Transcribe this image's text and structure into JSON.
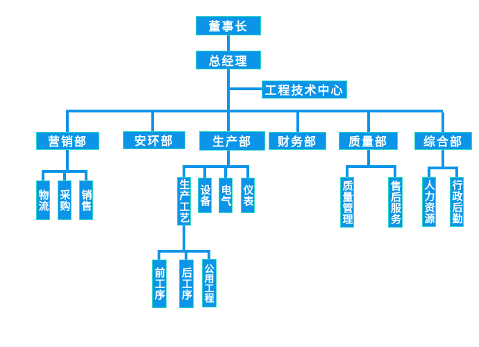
{
  "page": {
    "description": "Company organization chart",
    "background": "#ffffff"
  },
  "colors": {
    "box_fill": "#0c95e8",
    "box_border": "#35dec5",
    "line": "#0c95e8",
    "text": "#ffffff"
  },
  "org": {
    "nodes": [
      {
        "id": "chairman",
        "label": "董事长",
        "parent": null
      },
      {
        "id": "general-manager",
        "label": "总经理",
        "parent": "chairman"
      },
      {
        "id": "engineering-tech-center",
        "label": "工程技术中心",
        "parent": "general-manager"
      },
      {
        "id": "marketing-dept",
        "label": "营销部",
        "parent": "general-manager"
      },
      {
        "id": "safety-env-dept",
        "label": "安环部",
        "parent": "general-manager"
      },
      {
        "id": "production-dept",
        "label": "生产部",
        "parent": "general-manager"
      },
      {
        "id": "finance-dept",
        "label": "财务部",
        "parent": "general-manager"
      },
      {
        "id": "quality-dept",
        "label": "质量部",
        "parent": "general-manager"
      },
      {
        "id": "general-affairs-dept",
        "label": "综合部",
        "parent": "general-manager"
      },
      {
        "id": "logistics",
        "label": "物流",
        "parent": "marketing-dept"
      },
      {
        "id": "procurement",
        "label": "采购",
        "parent": "marketing-dept"
      },
      {
        "id": "sales",
        "label": "销售",
        "parent": "marketing-dept"
      },
      {
        "id": "production-process",
        "label": "生产工艺",
        "parent": "production-dept"
      },
      {
        "id": "equipment",
        "label": "设备",
        "parent": "production-dept"
      },
      {
        "id": "electrical",
        "label": "电气",
        "parent": "production-dept"
      },
      {
        "id": "instrumentation",
        "label": "仪表",
        "parent": "production-dept"
      },
      {
        "id": "quality-management",
        "label": "质量管理",
        "parent": "quality-dept"
      },
      {
        "id": "after-sales-service",
        "label": "售后服务",
        "parent": "quality-dept"
      },
      {
        "id": "human-resources",
        "label": "人力资源",
        "parent": "general-affairs-dept"
      },
      {
        "id": "admin-logistics",
        "label": "行政后勤",
        "parent": "general-affairs-dept"
      },
      {
        "id": "front-process",
        "label": "前工序",
        "parent": "production-process"
      },
      {
        "id": "back-process",
        "label": "后工序",
        "parent": "production-process"
      },
      {
        "id": "utilities-engineering",
        "label": "公用工程",
        "parent": "production-process"
      }
    ]
  }
}
